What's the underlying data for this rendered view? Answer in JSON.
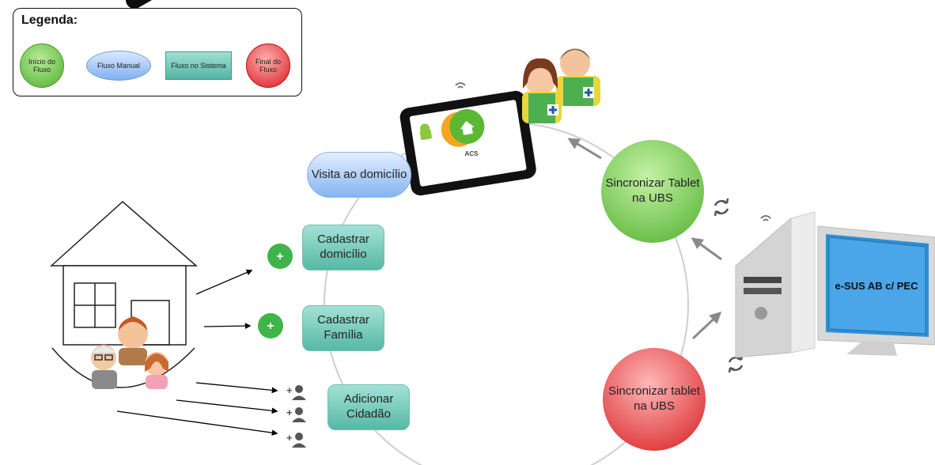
{
  "legend": {
    "title": "Legenda:",
    "start_flow": "Início do Fluxo",
    "manual_flow": "Fluxo Manual",
    "system_flow": "Fluxo no Sistema",
    "end_flow": "Final do Fluxo"
  },
  "flow": {
    "visit": "Visita ao domicílio",
    "register_home": "Cadastrar domicílio",
    "register_family": "Cadastrar Família",
    "add_citizen": "Adicionar Cidadão",
    "sync_tablet_green": "Sincronizar Tablet na UBS",
    "sync_tablet_red": "Sincronizar tablet na UBS"
  },
  "tablet": {
    "app_label": "ACS"
  },
  "computer": {
    "screen_label": "e-SUS AB c/ PEC"
  },
  "colors": {
    "start": "#5cb833",
    "manual": "#8ab8f2",
    "system": "#5cbaa7",
    "end": "#d91c20"
  }
}
